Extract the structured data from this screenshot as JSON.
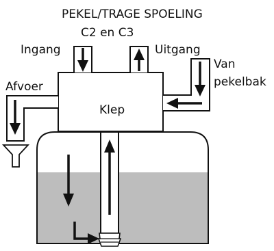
{
  "labels": {
    "title": "PEKEL/TRAGE SPOELING",
    "subtitle": "C2 en C3",
    "inlet": "Ingang",
    "outlet": "Uitgang",
    "from_brine_line1": "Van",
    "from_brine_line2": "pekelbak",
    "drain": "Afvoer",
    "valve": "Klep"
  },
  "colors": {
    "stroke": "#111111",
    "water_fill": "#bdbdbd",
    "background": "#ffffff"
  }
}
